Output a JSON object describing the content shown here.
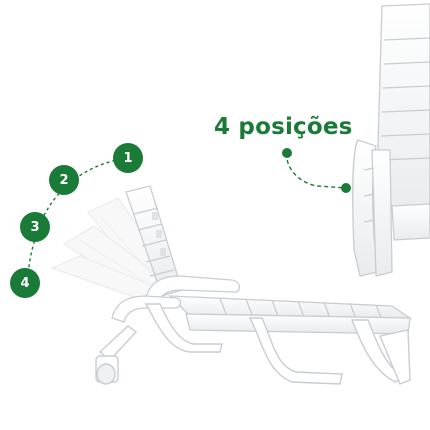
{
  "headline": "4 posições",
  "accent_color": "#1a7a37",
  "positions": [
    {
      "label": "1"
    },
    {
      "label": "2"
    },
    {
      "label": "3"
    },
    {
      "label": "4"
    }
  ]
}
